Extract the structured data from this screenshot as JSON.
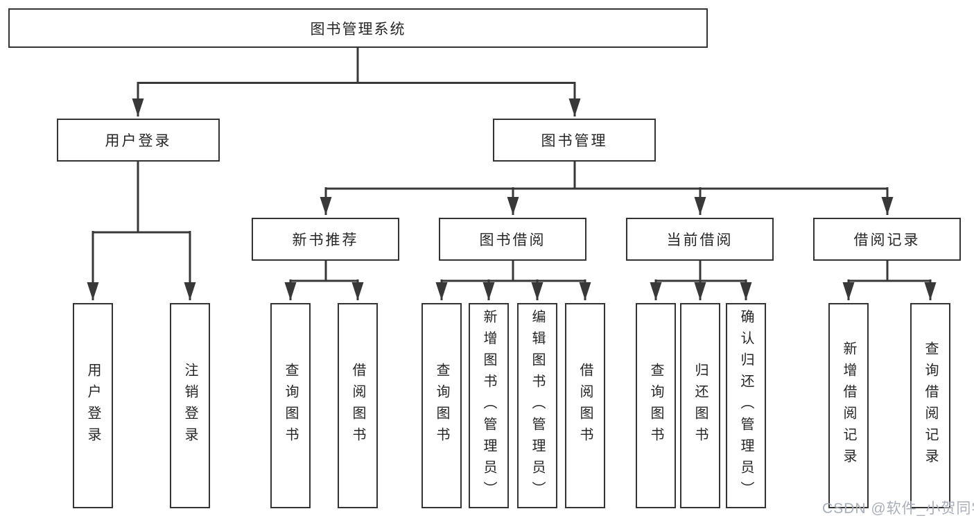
{
  "diagram": {
    "type": "hierarchy-tree",
    "line_color": "#383838",
    "box_border_color": "#333333",
    "text_color": "#262626"
  },
  "tree": {
    "root": {
      "label": "图书管理系统"
    },
    "branches": [
      {
        "label": "用户登录",
        "children": [
          {
            "label": "用户登录"
          },
          {
            "label": "注销登录"
          }
        ]
      },
      {
        "label": "图书管理",
        "children": [
          {
            "label": "新书推荐",
            "children": [
              {
                "label": "查询图书"
              },
              {
                "label": "借阅图书"
              }
            ]
          },
          {
            "label": "图书借阅",
            "children": [
              {
                "label": "查询图书"
              },
              {
                "label": "新增图书（管理员）"
              },
              {
                "label": "编辑图书（管理员）"
              },
              {
                "label": "借阅图书"
              }
            ]
          },
          {
            "label": "当前借阅",
            "children": [
              {
                "label": "查询图书"
              },
              {
                "label": "归还图书"
              },
              {
                "label": "确认归还（管理员）"
              }
            ]
          },
          {
            "label": "借阅记录",
            "children": [
              {
                "label": "新增借阅记录"
              },
              {
                "label": "查询借阅记录"
              }
            ]
          }
        ]
      }
    ]
  },
  "watermark": {
    "text": "CSDN @软件_小贺同学"
  }
}
